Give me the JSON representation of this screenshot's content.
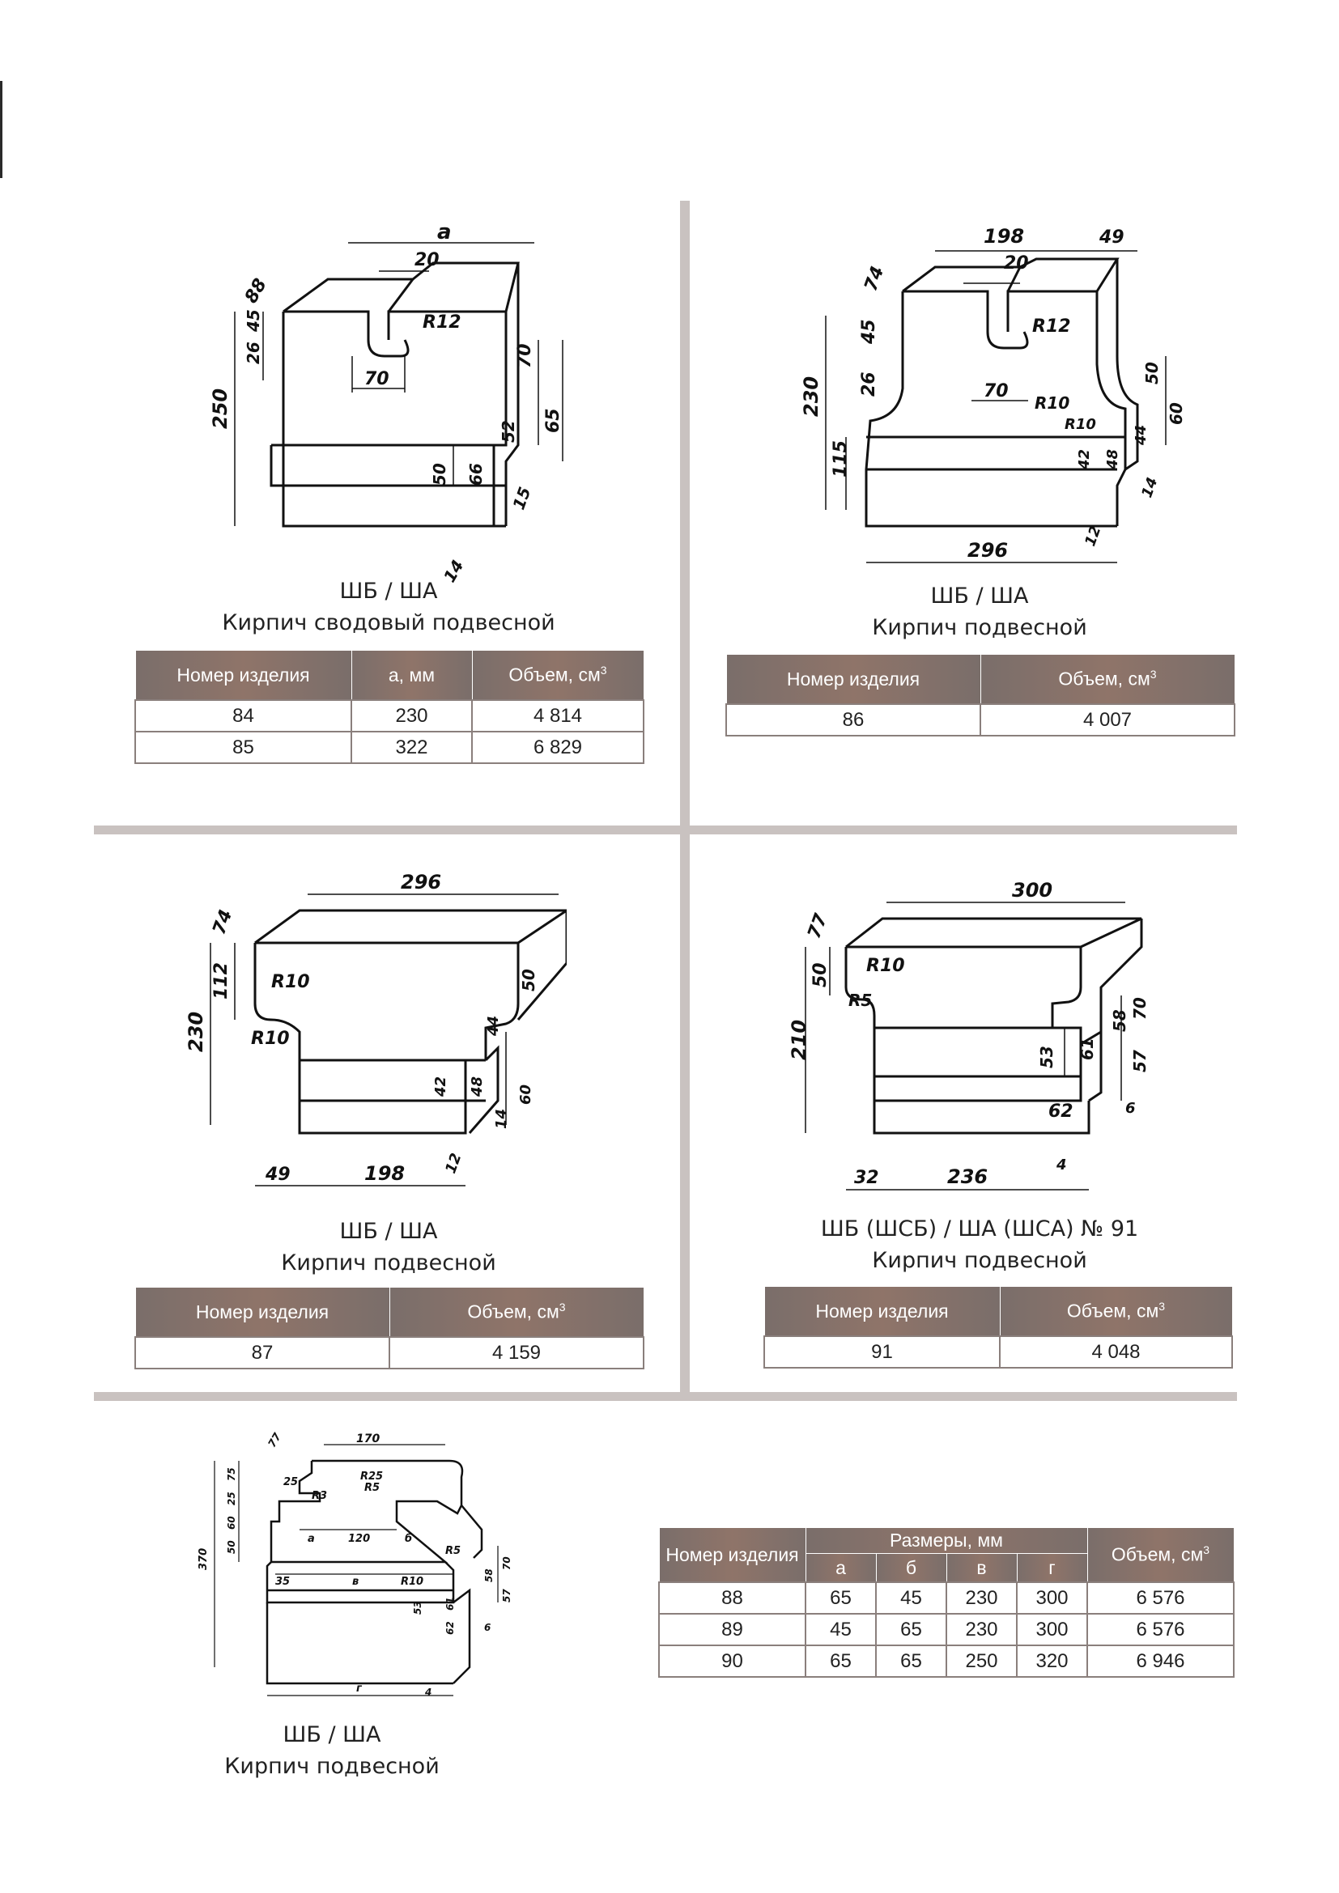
{
  "blocks": [
    {
      "series": "ШБ / ША",
      "title": "Кирпич сводовый подвесной",
      "headers": [
        "Номер изделия",
        "а, мм",
        "Объем, см"
      ],
      "rows": [
        [
          "84",
          "230",
          "4 814"
        ],
        [
          "85",
          "322",
          "6 829"
        ]
      ]
    },
    {
      "series": "ШБ / ША",
      "title": "Кирпич подвесной",
      "headers": [
        "Номер изделия",
        "Объем, см"
      ],
      "rows": [
        [
          "86",
          "4 007"
        ]
      ]
    },
    {
      "series": "ШБ / ША",
      "title": "Кирпич подвесной",
      "headers": [
        "Номер изделия",
        "Объем, см"
      ],
      "rows": [
        [
          "87",
          "4 159"
        ]
      ]
    },
    {
      "series": "ШБ (ШСБ) / ША (ШСА) № 91",
      "title": "Кирпич подвесной",
      "headers": [
        "Номер изделия",
        "Объем, см"
      ],
      "rows": [
        [
          "91",
          "4 048"
        ]
      ]
    },
    {
      "series": "ШБ / ША",
      "title": "Кирпич подвесной",
      "headers": {
        "num": "Номер изделия",
        "sizes": "Размеры, мм",
        "sub": [
          "а",
          "б",
          "в",
          "г"
        ],
        "vol": "Объем, см"
      },
      "rows": [
        [
          "88",
          "65",
          "45",
          "230",
          "300",
          "6 576"
        ],
        [
          "89",
          "45",
          "65",
          "230",
          "300",
          "6 576"
        ],
        [
          "90",
          "65",
          "65",
          "250",
          "320",
          "6 946"
        ]
      ]
    }
  ],
  "sup3": "3",
  "drawings": {
    "d1": [
      "a",
      "20",
      "88",
      "26",
      "45",
      "R12",
      "70",
      "250",
      "70",
      "52",
      "65",
      "50",
      "66",
      "15",
      "14"
    ],
    "d2": [
      "198",
      "49",
      "20",
      "74",
      "45",
      "R12",
      "26",
      "70",
      "R10",
      "R10",
      "50",
      "44",
      "60",
      "230",
      "115",
      "42",
      "48",
      "296",
      "14",
      "12"
    ],
    "d3": [
      "296",
      "74",
      "112",
      "R10",
      "R10",
      "230",
      "50",
      "44",
      "42",
      "48",
      "14",
      "60",
      "49",
      "198",
      "12"
    ],
    "d4": [
      "300",
      "77",
      "50",
      "R10",
      "R5",
      "210",
      "58",
      "70",
      "53",
      "61",
      "57",
      "62",
      "6",
      "32",
      "236",
      "4"
    ],
    "d5": [
      "77",
      "170",
      "25",
      "R25",
      "R3",
      "R5",
      "75",
      "25",
      "60",
      "50",
      "370",
      "а",
      "120",
      "б",
      "R5",
      "35",
      "в",
      "R10",
      "58",
      "70",
      "53",
      "61",
      "57",
      "62",
      "6",
      "г",
      "4"
    ]
  }
}
